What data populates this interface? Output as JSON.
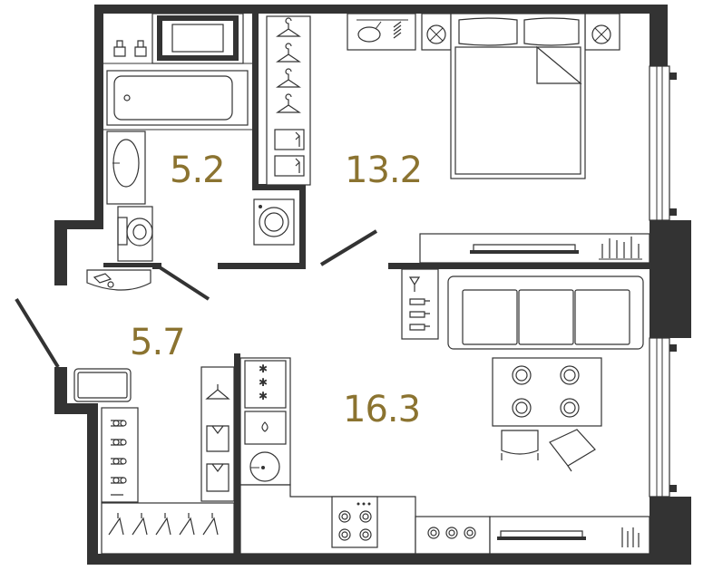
{
  "colors": {
    "wall": "#333333",
    "label": "#8b7330",
    "background": "#ffffff"
  },
  "rooms": [
    {
      "id": "bathroom",
      "area": "5.2"
    },
    {
      "id": "bedroom",
      "area": "13.2"
    },
    {
      "id": "hallway",
      "area": "5.7"
    },
    {
      "id": "living-kitchen",
      "area": "16.3"
    }
  ],
  "icons": [
    "bathtub-icon",
    "washbasin-icon",
    "toilet-icon",
    "washing-machine-icon",
    "bed-icon",
    "pillow-icon",
    "lamp-icon",
    "tv-icon",
    "radiator-icon",
    "sofa-icon",
    "dining-table-icon",
    "chair-icon",
    "stove-icon",
    "sink-icon",
    "fridge-icon",
    "hanger-icon",
    "shoes-icon",
    "shirt-icon",
    "bottles-icon",
    "bench-icon",
    "window-icon",
    "door-icon"
  ]
}
